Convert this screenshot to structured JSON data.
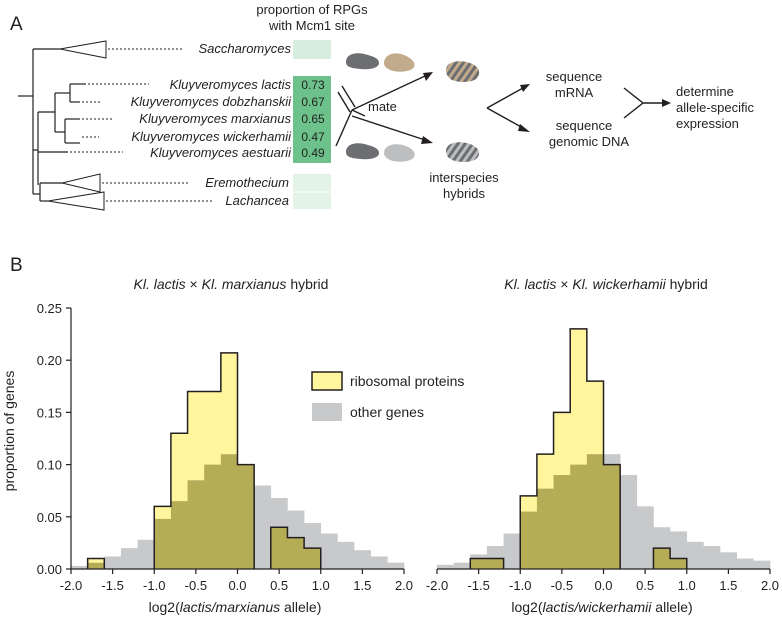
{
  "panel_a": {
    "label": "A",
    "header_line1": "proportion of RPGs",
    "header_line2": "with Mcm1 site",
    "species": [
      {
        "name": "Saccharomyces",
        "value": ""
      },
      {
        "name": "Kluyveromyces lactis",
        "value": "0.73"
      },
      {
        "name": "Kluyveromyces dobzhanskii",
        "value": "0.67"
      },
      {
        "name": "Kluyveromyces marxianus",
        "value": "0.65"
      },
      {
        "name": "Kluyveromyces wickerhamii",
        "value": "0.47"
      },
      {
        "name": "Kluyveromyces aestuarii",
        "value": "0.49"
      },
      {
        "name": "Eremothecium",
        "value": ""
      },
      {
        "name": "Lachancea",
        "value": ""
      }
    ],
    "mate": "mate",
    "hybrids_line1": "interspecies",
    "hybrids_line2": "hybrids",
    "seq_mrna_line1": "sequence",
    "seq_mrna_line2": "mRNA",
    "seq_dna_line1": "sequence",
    "seq_dna_line2": "genomic DNA",
    "determine_line1": "determine",
    "determine_line2": "allele-specific",
    "determine_line3": "expression",
    "colors": {
      "mcm1_high": "#6cc28a",
      "mcm1_low": "#d6eedd",
      "yeast_dark": "#6d6e71",
      "yeast_tan": "#c2ab8c",
      "yeast_gray": "#bcbec0"
    },
    "icons": [
      "phylogeny-tree",
      "yeast-cell-icon",
      "hybrid-yeast-icon",
      "arrow-icon"
    ]
  },
  "panel_b": {
    "label": "B",
    "ylabel": "proportion of genes",
    "legend": {
      "ribosomal": "ribosomal proteins",
      "other": "other genes"
    },
    "colors": {
      "ribosomal": "#fff59d",
      "other": "#c8c9cb",
      "overlap": "#b5ad56",
      "outline": "#231f20"
    }
  },
  "chart_data": [
    {
      "type": "bar",
      "histogram": true,
      "title_italic1": "Kl. lactis",
      "title_times": " × ",
      "title_italic2": "Kl. marxianus",
      "title_suffix": " hybrid",
      "xlabel_prefix": "log2(",
      "xlabel_italic": "lactis/marxianus",
      "xlabel_suffix": " allele)",
      "ylabel": "proportion of genes",
      "xlim": [
        -2.0,
        2.0
      ],
      "ylim": [
        0,
        0.25
      ],
      "x_ticks": [
        "-2.0",
        "-1.5",
        "-1.0",
        "-0.5",
        "0.0",
        "0.5",
        "1.0",
        "1.5",
        "2.0"
      ],
      "y_ticks": [
        "0.00",
        "0.05",
        "0.10",
        "0.15",
        "0.20",
        "0.25"
      ],
      "bin_edges": [
        -2.0,
        -1.8,
        -1.6,
        -1.4,
        -1.2,
        -1.0,
        -0.8,
        -0.6,
        -0.4,
        -0.2,
        0.0,
        0.2,
        0.4,
        0.6,
        0.8,
        1.0,
        1.2,
        1.4,
        1.6,
        1.8,
        2.0
      ],
      "series": [
        {
          "name": "ribosomal proteins",
          "values": [
            0.0,
            0.01,
            0.0,
            0.0,
            0.0,
            0.06,
            0.13,
            0.17,
            0.17,
            0.207,
            0.1,
            0.0,
            0.04,
            0.03,
            0.02,
            0.0,
            0.0,
            0.0,
            0.0,
            0.0
          ]
        },
        {
          "name": "other genes",
          "values": [
            0.003,
            0.006,
            0.012,
            0.02,
            0.028,
            0.048,
            0.065,
            0.085,
            0.1,
            0.11,
            0.1,
            0.08,
            0.068,
            0.056,
            0.044,
            0.034,
            0.026,
            0.018,
            0.012,
            0.006
          ]
        }
      ],
      "legend_position": "upper-right",
      "grid": false
    },
    {
      "type": "bar",
      "histogram": true,
      "title_italic1": "Kl. lactis",
      "title_times": " × ",
      "title_italic2": "Kl. wickerhamii",
      "title_suffix": " hybrid",
      "xlabel_prefix": "log2(",
      "xlabel_italic": "lactis/wickerhamii",
      "xlabel_suffix": " allele)",
      "xlim": [
        -2.0,
        2.0
      ],
      "ylim": [
        0,
        0.25
      ],
      "x_ticks": [
        "-2.0",
        "-1.5",
        "-1.0",
        "-0.5",
        "0.0",
        "0.5",
        "1.0",
        "1.5",
        "2.0"
      ],
      "y_ticks": [
        "0.00",
        "0.05",
        "0.10",
        "0.15",
        "0.20",
        "0.25"
      ],
      "bin_edges": [
        -2.0,
        -1.8,
        -1.6,
        -1.4,
        -1.2,
        -1.0,
        -0.8,
        -0.6,
        -0.4,
        -0.2,
        0.0,
        0.2,
        0.4,
        0.6,
        0.8,
        1.0,
        1.2,
        1.4,
        1.6,
        1.8,
        2.0
      ],
      "series": [
        {
          "name": "ribosomal proteins",
          "values": [
            0.0,
            0.0,
            0.01,
            0.01,
            0.0,
            0.07,
            0.11,
            0.15,
            0.23,
            0.18,
            0.1,
            0.0,
            0.0,
            0.02,
            0.01,
            0.0,
            0.0,
            0.0,
            0.0,
            0.0
          ]
        },
        {
          "name": "other genes",
          "values": [
            0.004,
            0.006,
            0.014,
            0.022,
            0.034,
            0.055,
            0.077,
            0.09,
            0.1,
            0.11,
            0.11,
            0.09,
            0.06,
            0.04,
            0.036,
            0.026,
            0.022,
            0.016,
            0.01,
            0.008
          ]
        }
      ],
      "legend_position": "none",
      "grid": false
    }
  ]
}
